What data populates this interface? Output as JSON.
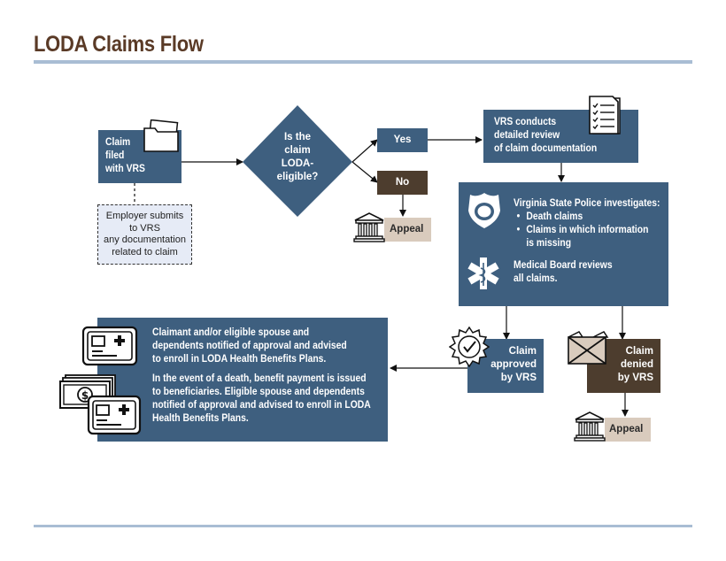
{
  "title": "LODA Claims Flow",
  "colors": {
    "title": "#5a3a26",
    "navy_box": "#3e5f7f",
    "brown_box": "#4d3d2e",
    "tan_box": "#d9cbbd",
    "rule": "#a9bdd4",
    "dashed_box": "#e6ebf6"
  },
  "nodes": {
    "claim_filed": {
      "lines": [
        "Claim",
        "filed",
        "with VRS"
      ],
      "icon": "folder-icon"
    },
    "employer": {
      "lines": [
        "Employer submits",
        "to VRS",
        "any documentation",
        "related to claim"
      ]
    },
    "decision": {
      "lines": [
        "Is the",
        "claim",
        "LODA-",
        "eligible?"
      ]
    },
    "yes": "Yes",
    "no": "No",
    "appeal_top": {
      "label": "Appeal",
      "icon": "courthouse-icon"
    },
    "vrs_review": {
      "lines": [
        "VRS conducts",
        "detailed review",
        "of claim documentation"
      ],
      "icon": "checklist-document-icon"
    },
    "investigation": {
      "heading": "Virginia State Police investigates:",
      "bullets": [
        "Death claims",
        "Claims in which information",
        "is missing"
      ],
      "board_lines": [
        "Medical Board reviews",
        "all claims."
      ],
      "icons": [
        "police-badge-icon",
        "medical-star-of-life-icon"
      ]
    },
    "approved": {
      "lines": [
        "Claim",
        "approved",
        "by VRS"
      ],
      "icon": "approved-seal-icon"
    },
    "denied": {
      "lines": [
        "Claim",
        "denied",
        "by VRS"
      ],
      "icon": "denied-box-icon"
    },
    "appeal_bottom": {
      "label": "Appeal",
      "icon": "courthouse-icon"
    },
    "notification": {
      "para1": [
        "Claimant and/or eligible spouse and",
        "dependents notified of approval and advised",
        "to enroll in LODA Health Benefits Plans."
      ],
      "para2": [
        "In the event of a death, benefit payment is issued",
        "to beneficiaries. Eligible spouse and dependents",
        "notified of approval and advised to enroll in LODA",
        "Health Benefits Plans."
      ],
      "icons": [
        "insurance-card-icon",
        "money-bills-icon",
        "insurance-card-icon"
      ]
    }
  }
}
